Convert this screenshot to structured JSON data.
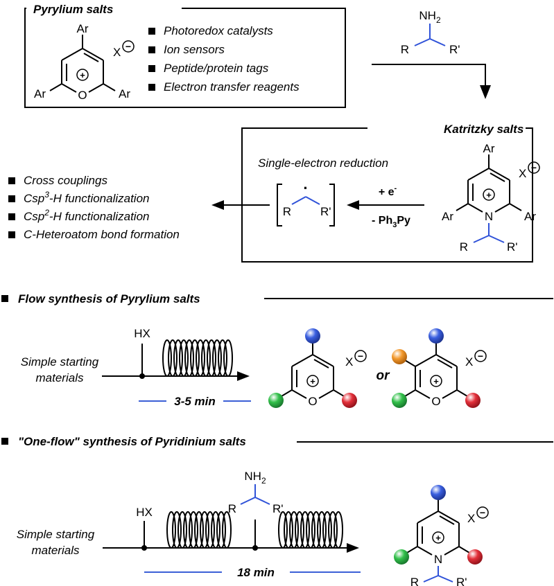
{
  "colors": {
    "ink": "#000000",
    "amine_blue": "#2f52d8",
    "pyrylium_title": "#3b8ee6",
    "katritzky_title": "#f08a1c",
    "time_bar": "#3b5fd6",
    "sub_top": "#3a5fe0",
    "sub_left": "#32c04a",
    "sub_right": "#e3303a",
    "sub_extra": "#f39a2e"
  },
  "icons": {
    "square_bullet": "square-bullet-icon",
    "coil_reactor": "coil-reactor-icon",
    "reaction_arrow": "reaction-arrow-icon",
    "substituent_sphere": "sphere-icon"
  },
  "pyrylium_box": {
    "title": "Pyrylium salts",
    "applications": [
      "Photoredox catalysts",
      "Ion sensors",
      "Peptide/protein tags",
      "Electron transfer reagents"
    ]
  },
  "structure_labels": {
    "ar": "Ar",
    "o": "O",
    "n": "N",
    "plus": "+",
    "x": "X",
    "minus": "−",
    "r": "R",
    "r_prime": "R'",
    "nh": "NH",
    "sub2": "2",
    "radical_dot": "·"
  },
  "katritzky_box": {
    "title": "Katritzky salts",
    "reduction_label": "Single-electron reduction",
    "reagent_electron": "+ e",
    "electron_sup": "-",
    "byproduct_prefix": "- Ph",
    "byproduct_sub": "3",
    "byproduct_suffix": "Py"
  },
  "downstream": {
    "items": [
      {
        "pre": "Cross couplings",
        "sup": "",
        "post": ""
      },
      {
        "pre": "Csp",
        "sup": "3",
        "post": "-H functionalization"
      },
      {
        "pre": "Csp",
        "sup": "2",
        "post": "-H functionalization"
      },
      {
        "pre": "C-Heteroatom bond formation",
        "sup": "",
        "post": ""
      }
    ]
  },
  "flow_pyrylium": {
    "heading": "Flow synthesis of Pyrylium salts",
    "start_line1": "Simple starting",
    "start_line2": "materials",
    "acid": "HX",
    "time": "3-5 min",
    "or": "or"
  },
  "flow_pyridinium": {
    "heading": "\"One-flow\" synthesis of Pyridinium salts",
    "start_line1": "Simple starting",
    "start_line2": "materials",
    "acid": "HX",
    "time": "18 min"
  }
}
